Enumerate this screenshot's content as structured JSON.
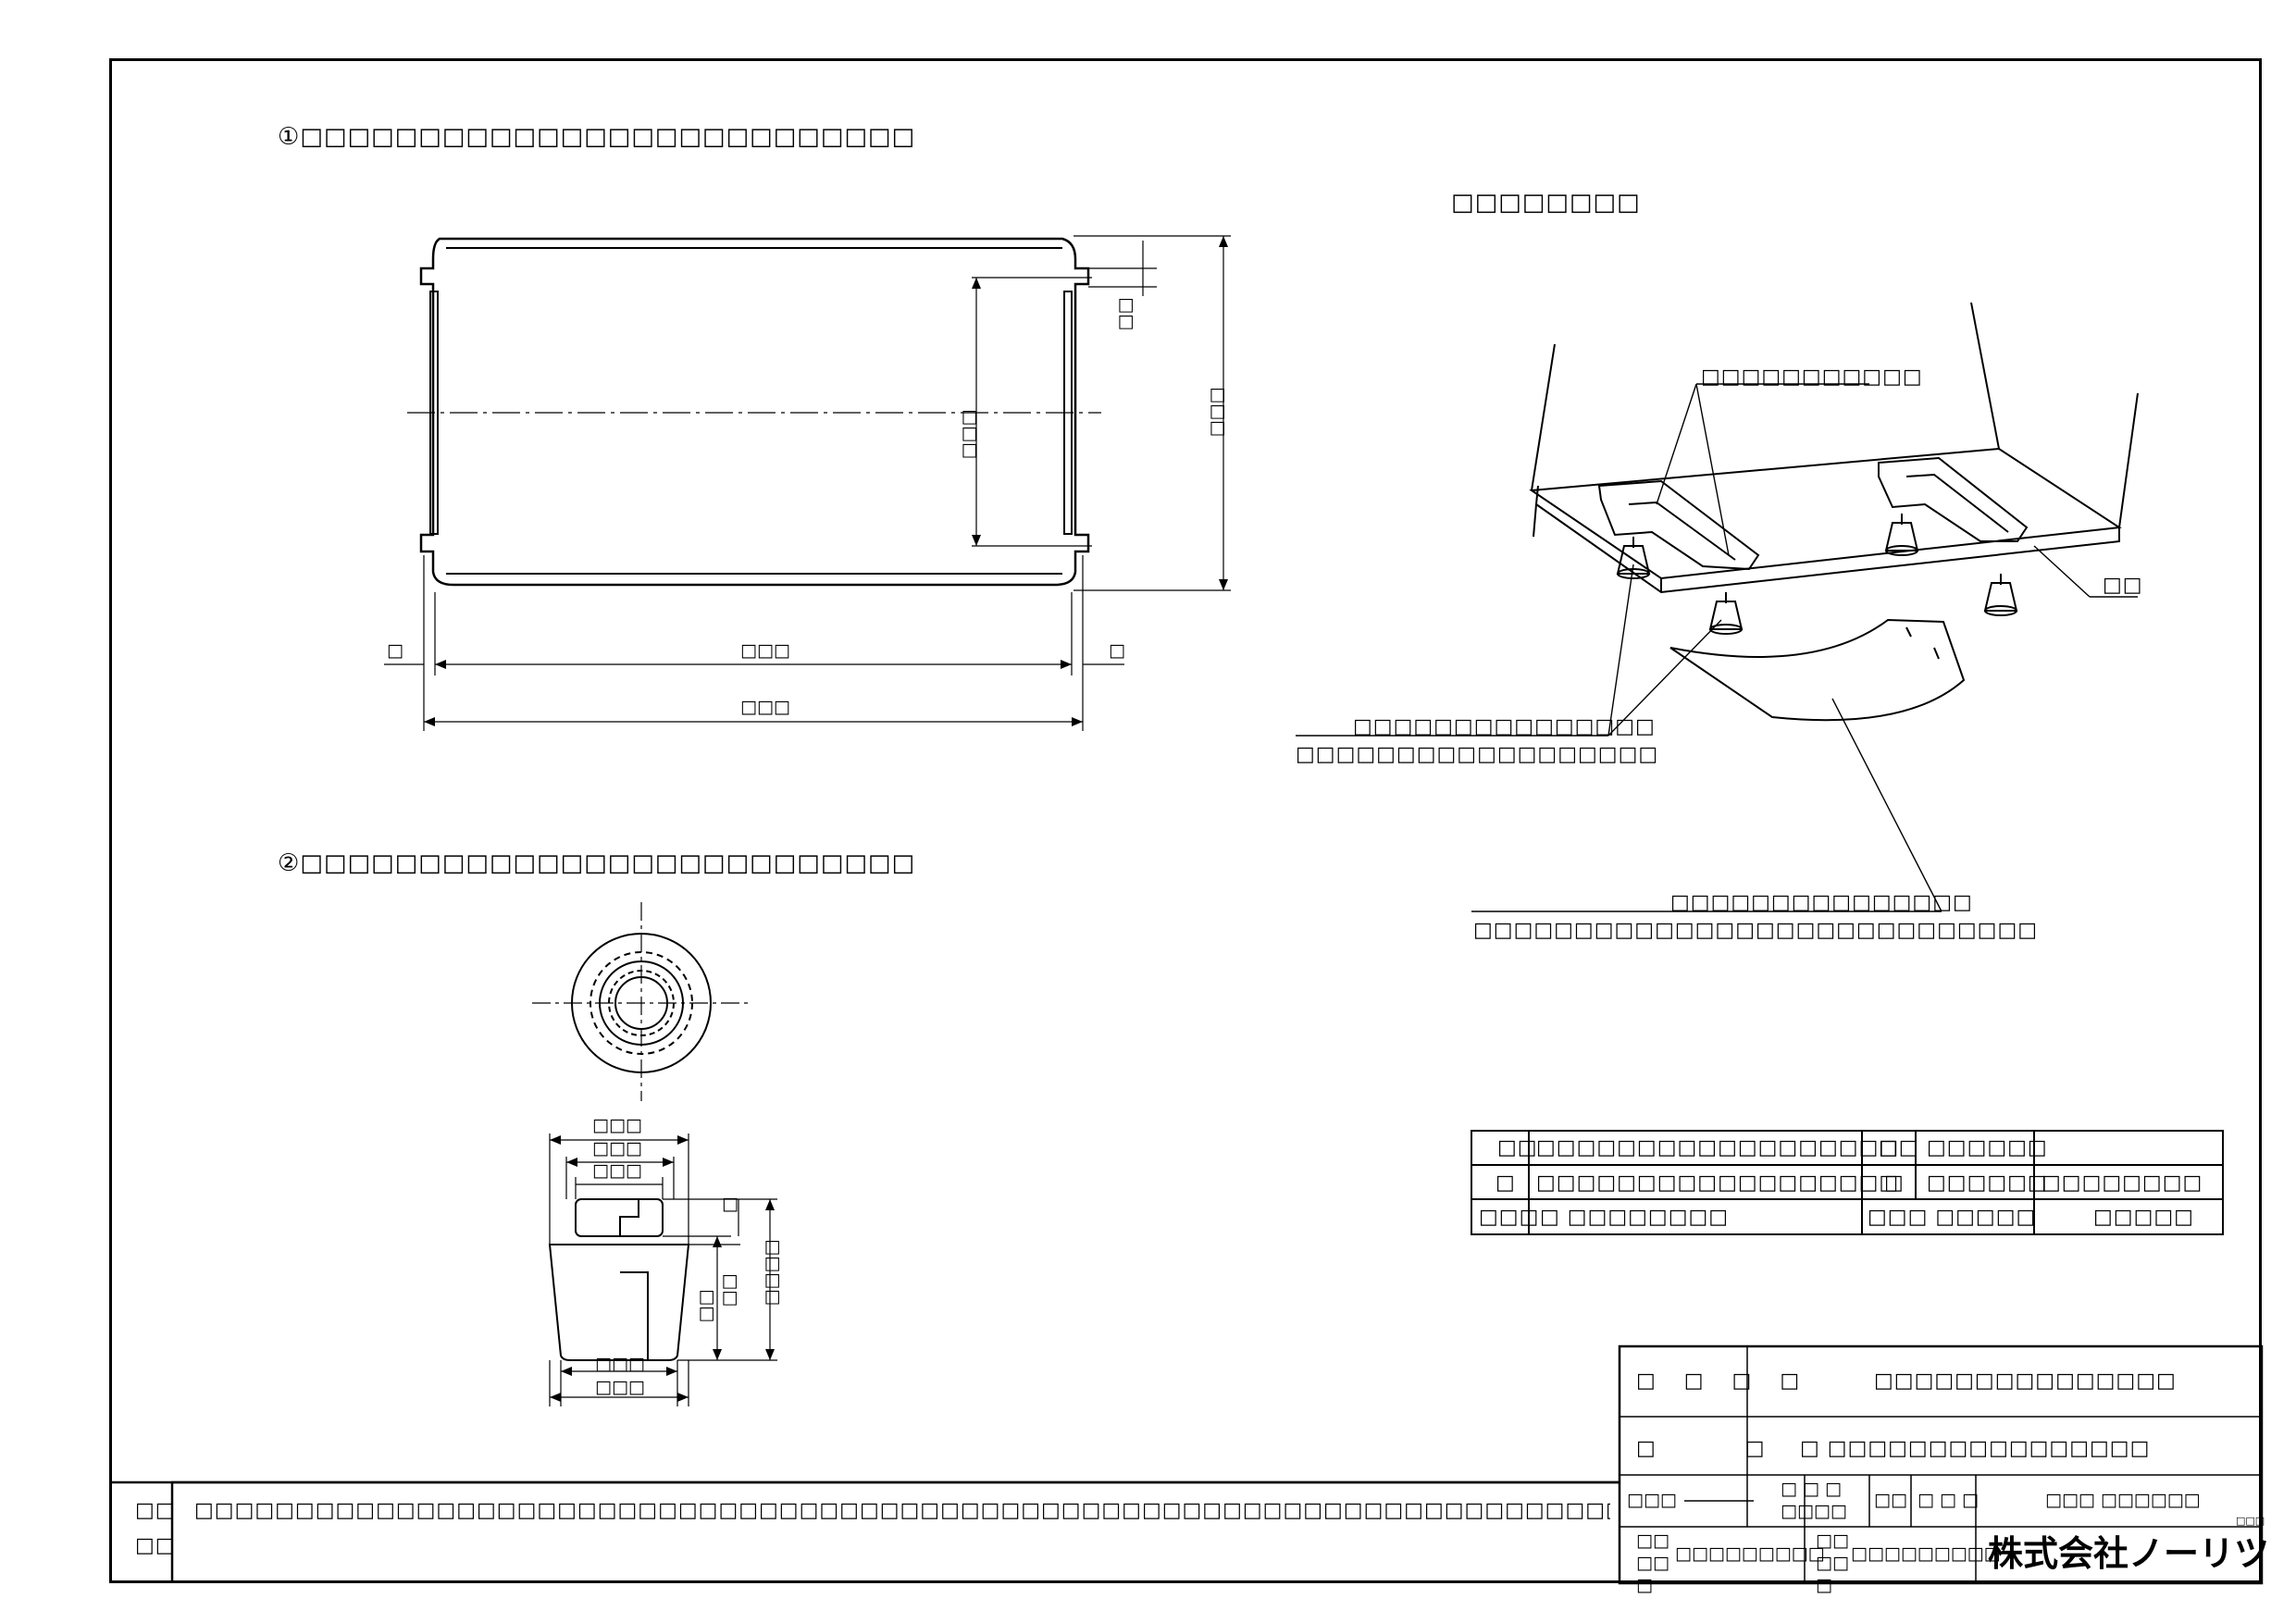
{
  "sections": {
    "s1_title": "①□□□□□□□□□□□□□□□□□□□□□□□□□□",
    "s2_title": "②□□□□□□□□□□□□□□□□□□□□□□□□□□",
    "s3_title": "□□□□□□□□"
  },
  "drawing1": {
    "dim_small_right": "□□",
    "dim_inner_height": "□□□",
    "dim_outer_height": "□□□",
    "dim_left_gap": "□",
    "dim_right_gap": "□",
    "dim_inner_width": "□□□",
    "dim_outer_width": "□□□"
  },
  "drawing2": {
    "dim_top_1": "□□□",
    "dim_top_2": "□□□",
    "dim_top_3": "□□□",
    "dim_right_1": "□",
    "dim_right_2": "□□",
    "dim_right_3": "□□",
    "dim_right_total": "□□□□",
    "dim_bottom_1": "□□□",
    "dim_bottom_2": "□□□"
  },
  "isometric": {
    "label_bracket": "□□□□□□□□□□□",
    "label_bolt": "□□",
    "label_foot_1": "□□□□□□□□□□□□□□□",
    "label_foot_2": "□□□□□□□□□□□□□□□□□□",
    "label_cover_1": "□□□□□□□□□□□□□□□",
    "label_cover_2": "□□□□□□□□□□□□□□□□□□□□□□□□□□□□"
  },
  "parts_table": {
    "rows": [
      [
        "□□",
        "□□□□□□□□□□□□□□□□□□",
        "□□",
        "□□□□□□",
        ""
      ],
      [
        "□",
        "□□□□□□□□□□□□□□□□□□",
        "□",
        "□□□□□□",
        "□□□□□□□□"
      ],
      [
        "□□□",
        "□ □□□□□□□□",
        "",
        "□□□ □□□□□",
        "□□□□□"
      ]
    ]
  },
  "note": {
    "label_1": "□□",
    "label_2": "□□",
    "text": "□□□□□□□□□□□□□□□□□□□□□□□□□□□□□□□□□□□□□□□□□□□□□□□□□□□□□□□□□□□□□□□□□□□□□□□□□□□□□□□□□□"
  },
  "title_block": {
    "r1_label": "□ □ □ □",
    "r1_value": "□□□□□□□□□□□□□□□",
    "r2_label": "□ □",
    "r2_value": "□ □□□□□□□□□□□□□□□□",
    "r3_a": "□□□",
    "r3_b": "□ □ □",
    "r3_b2": "□□□□",
    "r3_c": "□□",
    "r3_d": "□ □ □",
    "r3_e": "□□□ □□□□□□",
    "r3_tiny": "□□□",
    "r4_a": "□□",
    "r4_a2": "□□",
    "r4_a3": "□",
    "r4_b": "□□□□□□□□□",
    "r4_c": "□□",
    "r4_c2": "□□",
    "r4_c3": "□",
    "r4_d": "□□□□□□□□□",
    "company": "株式会社ノーリツ"
  }
}
